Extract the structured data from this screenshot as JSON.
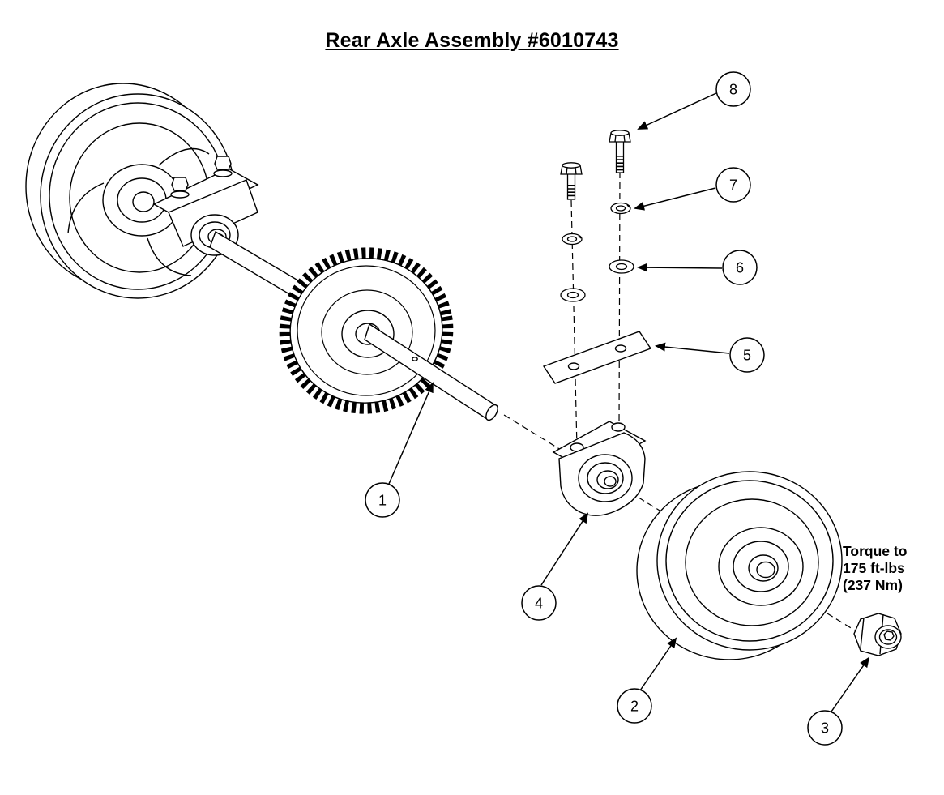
{
  "title": "Rear Axle Assembly #6010743",
  "callouts": [
    "1",
    "2",
    "3",
    "4",
    "5",
    "6",
    "7",
    "8"
  ],
  "torque_note": {
    "line1": "Torque to",
    "line2": "175 ft-lbs",
    "line3": "(237 Nm)"
  },
  "colors": {
    "ink": "#000000",
    "background": "#ffffff"
  }
}
